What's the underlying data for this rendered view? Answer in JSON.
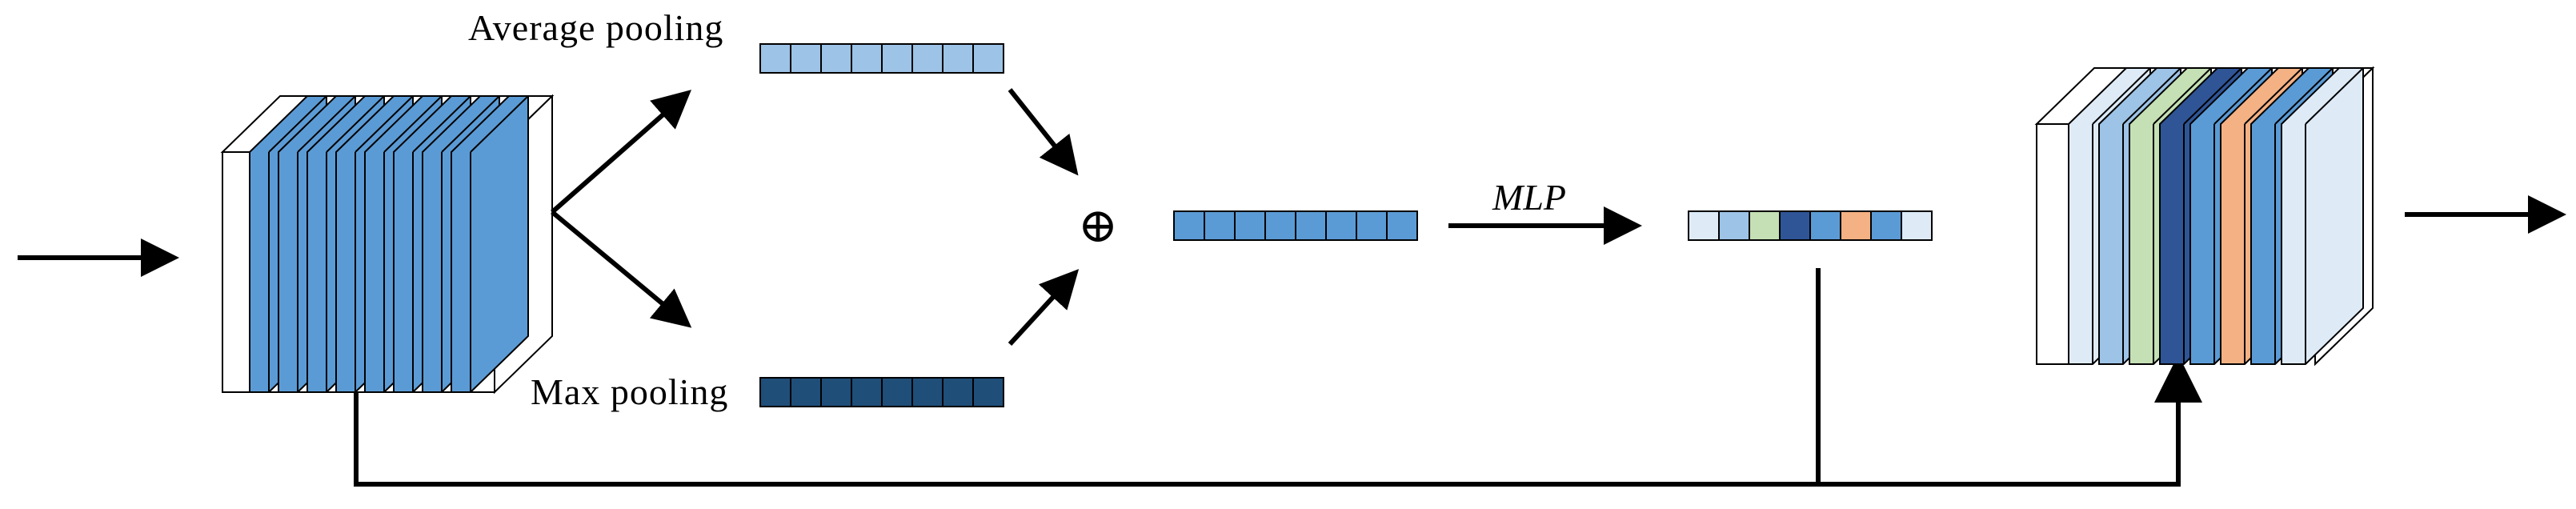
{
  "labels": {
    "average_pooling": "Average pooling",
    "max_pooling": "Max pooling",
    "mlp": "MLP",
    "add_symbol": "⊕"
  },
  "colors": {
    "avg_cell": "#9DC3E6",
    "max_cell": "#1F4E79",
    "sum_cell": "#5B9BD5",
    "input_slice": "#5B9BD5",
    "weights": [
      "#DEEBF7",
      "#9DC3E6",
      "#C5E0B4",
      "#2F5597",
      "#5B9BD5",
      "#F4B183",
      "#5B9BD5",
      "#DEEBF7"
    ],
    "output_slices": [
      "#DEEBF7",
      "#9DC3E6",
      "#C5E0B4",
      "#2F5597",
      "#5B9BD5",
      "#F4B183",
      "#5B9BD5",
      "#DEEBF7"
    ]
  },
  "vector_length": 8,
  "input_slice_count": 8
}
